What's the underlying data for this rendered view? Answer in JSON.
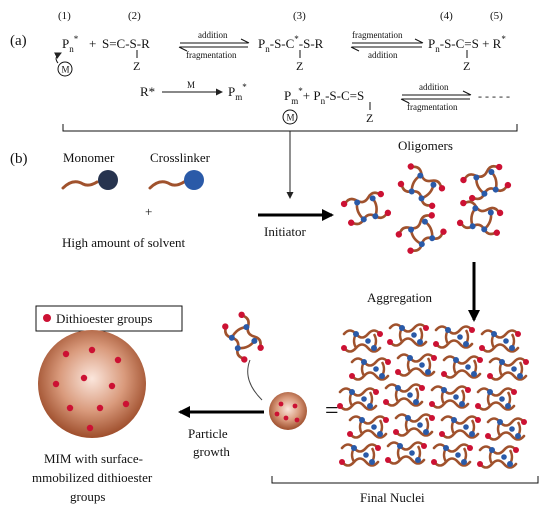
{
  "panel_a": {
    "label": "(a)",
    "step_numbers": [
      "(1)",
      "(2)",
      "(3)",
      "(4)",
      "(5)"
    ],
    "r1": {
      "pn_base": "P",
      "pn_sub": "n",
      "star": "*",
      "plus": "+",
      "raft": "S=C-S-R",
      "z": "Z",
      "m": "M",
      "arrow_top": "addition",
      "arrow_bottom": "fragmentation",
      "adduct_left": "P",
      "adduct_sub": "n",
      "adduct_mid": "-S-C",
      "adduct_right": "-S-R",
      "arrow2_top": "fragmentation",
      "arrow2_bottom": "addition",
      "product_base": "P",
      "product_sub": "n",
      "product_rest": "-S-C=S + R"
    },
    "r2": {
      "r_star": "R*",
      "m": "M",
      "pm_base": "P",
      "pm_sub": "m",
      "star": "*"
    },
    "r3": {
      "pm_base": "P",
      "pm_sub": "m",
      "star": "*",
      "plus_pn": "+ P",
      "pn_sub": "n",
      "rest": "-S-C=S",
      "z": "Z",
      "m": "M",
      "arrow_top": "addition",
      "arrow_bottom": "fragmentation",
      "dashes": "- - - - -"
    }
  },
  "panel_b": {
    "label": "(b)",
    "monomer": "Monomer",
    "crosslinker": "Crosslinker",
    "plus": "+",
    "solvent": "High amount of solvent",
    "initiator": "Initiator",
    "oligomers": "Oligomers",
    "aggregation": "Aggregation",
    "legend": "Dithioester groups",
    "particle_growth_1": "Particle",
    "particle_growth_2": "growth",
    "equals": "=",
    "mim_1": "MIM with surface-",
    "mim_2": "mmobilized dithioester",
    "mim_3": "groups",
    "final_nuclei": "Final Nuclei"
  },
  "colors": {
    "chain": "#a0522d",
    "crosslink_blue": "#2a5aa8",
    "dithioester_red": "#cc1133",
    "monomer_dot": "#27344f",
    "particle": "#a0522d"
  }
}
